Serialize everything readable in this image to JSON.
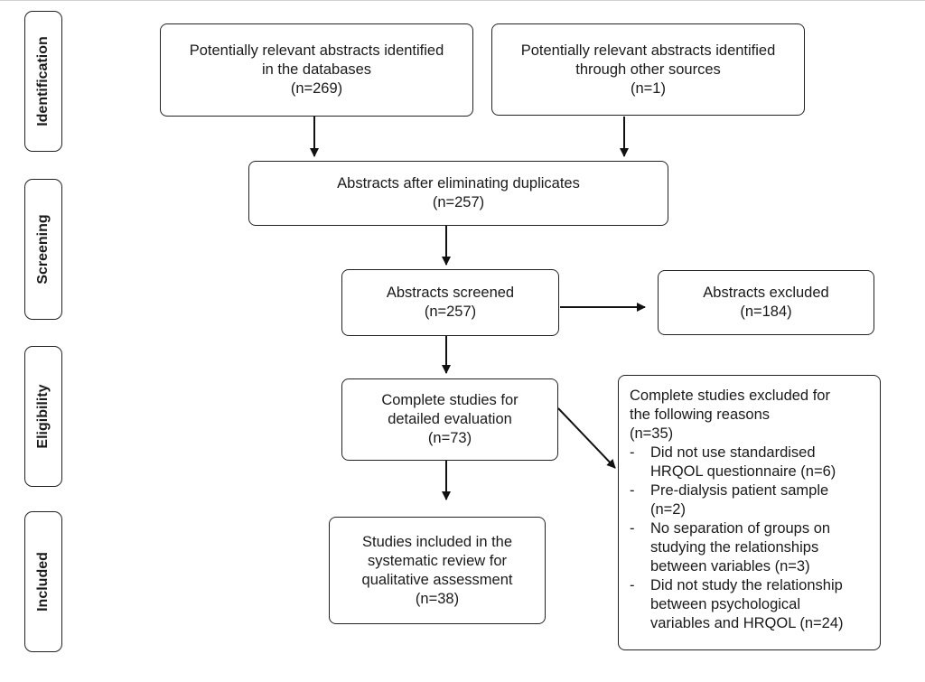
{
  "stages": {
    "identification": "Identification",
    "screening": "Screening",
    "eligibility": "Eligibility",
    "included": "Included"
  },
  "boxes": {
    "databases": {
      "lines": [
        "Potentially relevant abstracts identified",
        "in the databases"
      ],
      "n": "(n=269)"
    },
    "other_sources": {
      "lines": [
        "Potentially relevant abstracts identified",
        "through other sources"
      ],
      "n": "(n=1)"
    },
    "duplicates": {
      "lines": [
        "Abstracts after eliminating duplicates"
      ],
      "n": "(n=257)"
    },
    "screened": {
      "lines": [
        "Abstracts screened"
      ],
      "n": "(n=257)"
    },
    "excluded": {
      "lines": [
        "Abstracts excluded"
      ],
      "n": "(n=184)"
    },
    "full_text": {
      "lines": [
        "Complete studies for",
        "detailed evaluation"
      ],
      "n": "(n=73)"
    },
    "included": {
      "lines": [
        "Studies included in the",
        "systematic review for",
        "qualitative assessment"
      ],
      "n": "(n=38)"
    },
    "full_text_excluded": {
      "lines": [
        "Complete studies excluded for",
        "the following reasons"
      ],
      "n": "(n=35)",
      "reasons": [
        {
          "dash": "-",
          "lines": [
            "Did not use standardised",
            "HRQOL questionnaire (n=6)"
          ]
        },
        {
          "dash": "-",
          "lines": [
            "Pre-dialysis patient sample",
            "(n=2)"
          ]
        },
        {
          "dash": "-",
          "lines": [
            "No separation of groups on",
            "studying the relationships",
            "between variables (n=3)"
          ]
        },
        {
          "dash": "-",
          "lines": [
            "Did not study the relationship",
            "between psychological",
            "variables and HRQOL (n=24)"
          ]
        }
      ]
    }
  }
}
